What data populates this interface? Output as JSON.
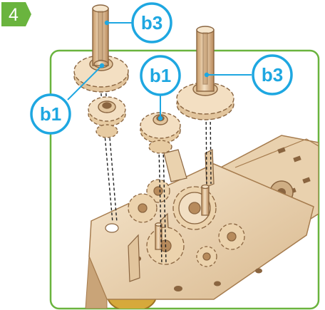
{
  "step": {
    "number": "4"
  },
  "callouts": [
    {
      "id": "top-left",
      "label": "b3"
    },
    {
      "id": "left",
      "label": "b1"
    },
    {
      "id": "middle",
      "label": "b1"
    },
    {
      "id": "right",
      "label": "b3"
    }
  ],
  "colors": {
    "accent_green": "#6ab43e",
    "callout_blue": "#1ea7e1",
    "wood_light": "#f0dcc0",
    "wood_mid": "#dcbf98",
    "wood_dark": "#b78b5c",
    "ring_brass": "#c9a040"
  },
  "icons": {
    "step": "step-arrow-badge-icon",
    "parts": [
      "shaft-gear-icon",
      "small-gear-icon",
      "dashed-guide-line-icon"
    ]
  }
}
